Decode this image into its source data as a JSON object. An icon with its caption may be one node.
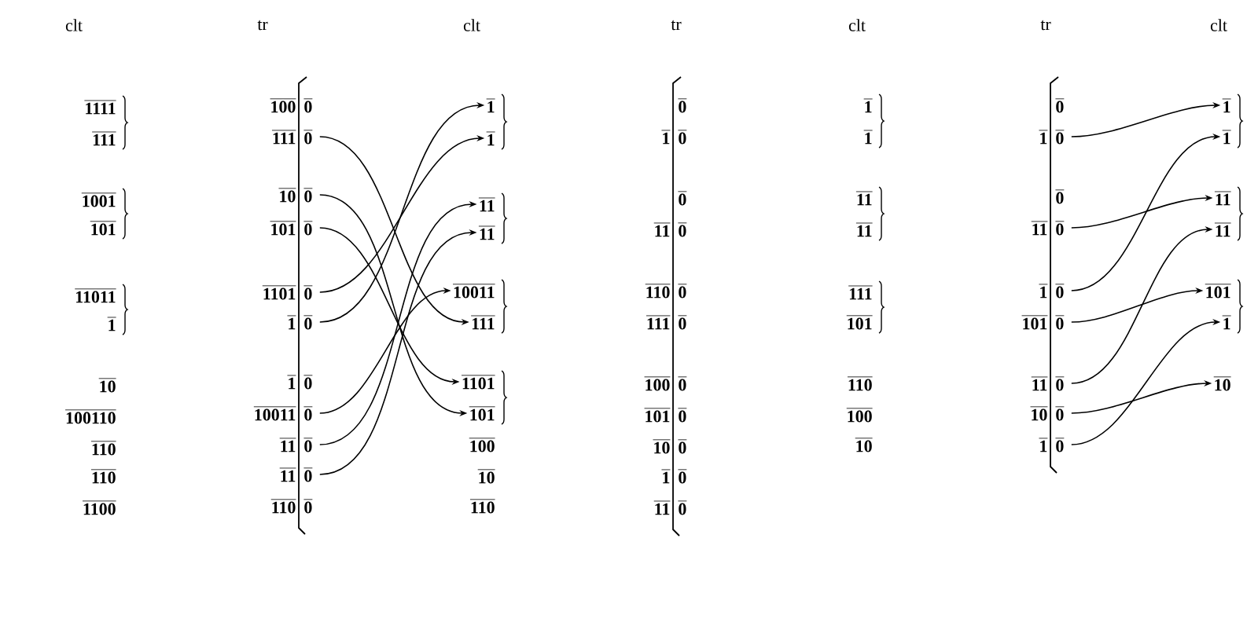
{
  "diagram": {
    "nodes": [
      {
        "text": [
          "1111"
        ]
      },
      {
        "text": [
          "111"
        ]
      },
      {
        "text": [
          "1001"
        ]
      },
      {
        "text": [
          "101"
        ]
      },
      {
        "text": [
          "11011"
        ]
      },
      {
        "text": [
          "1"
        ]
      },
      {
        "text": [
          "10"
        ]
      },
      {
        "text": [
          "100110"
        ]
      },
      {
        "text": [
          "110"
        ]
      },
      {
        "text": [
          "110"
        ]
      },
      {
        "text": [
          "1100"
        ]
      },
      {
        "text": [
          "100",
          "0"
        ]
      },
      {
        "text": [
          "111",
          "0"
        ]
      },
      {
        "text": [
          "10",
          "0"
        ]
      },
      {
        "text": [
          "101",
          "0"
        ]
      },
      {
        "text": [
          "1101",
          "0"
        ]
      },
      {
        "text": [
          "1",
          "0"
        ]
      },
      {
        "text": [
          "1",
          "0"
        ]
      },
      {
        "text": [
          "10011",
          "0"
        ]
      },
      {
        "text": [
          "11",
          "0"
        ]
      },
      {
        "text": [
          "11",
          "0"
        ]
      },
      {
        "text": [
          "110",
          "0"
        ]
      },
      {
        "text": [
          "1"
        ]
      },
      {
        "text": [
          "1"
        ]
      },
      {
        "text": [
          "11"
        ]
      },
      {
        "text": [
          "11"
        ]
      },
      {
        "text": [
          "10011"
        ]
      },
      {
        "text": [
          "111"
        ]
      },
      {
        "text": [
          "1101"
        ]
      },
      {
        "text": [
          "101"
        ]
      },
      {
        "text": [
          "100"
        ]
      },
      {
        "text": [
          "10"
        ]
      },
      {
        "text": [
          "110"
        ]
      },
      {
        "text": [
          "0"
        ]
      },
      {
        "text": [
          "1",
          "0"
        ]
      },
      {
        "text": [
          "0"
        ]
      },
      {
        "text": [
          "11",
          "0"
        ]
      },
      {
        "text": [
          "110",
          "0"
        ]
      },
      {
        "text": [
          "111",
          "0"
        ]
      },
      {
        "text": [
          "100",
          "0"
        ]
      },
      {
        "text": [
          "101",
          "0"
        ]
      },
      {
        "text": [
          "10",
          "0"
        ]
      },
      {
        "text": [
          "1",
          "0"
        ]
      },
      {
        "text": [
          "11",
          "0"
        ]
      },
      {
        "text": [
          "1"
        ]
      },
      {
        "text": [
          "1"
        ]
      },
      {
        "text": [
          "11"
        ]
      },
      {
        "text": [
          "11"
        ]
      },
      {
        "text": [
          "111"
        ]
      },
      {
        "text": [
          "101"
        ]
      },
      {
        "text": [
          "110"
        ]
      },
      {
        "text": [
          "100"
        ]
      },
      {
        "text": [
          "10"
        ]
      },
      {
        "text": [
          "0"
        ]
      },
      {
        "text": [
          "1",
          "0"
        ]
      },
      {
        "text": [
          "0"
        ]
      },
      {
        "text": [
          "11",
          "0"
        ]
      },
      {
        "text": [
          "1",
          "0"
        ]
      },
      {
        "text": [
          "101",
          "0"
        ]
      },
      {
        "text": [
          "11",
          "0"
        ]
      },
      {
        "text": [
          "10",
          "0"
        ]
      },
      {
        "text": [
          "1",
          "0"
        ]
      },
      {
        "text": [
          "1"
        ]
      },
      {
        "text": [
          "1"
        ]
      },
      {
        "text": [
          "11"
        ]
      },
      {
        "text": [
          "11"
        ]
      },
      {
        "text": [
          "101"
        ]
      },
      {
        "text": [
          "1"
        ]
      },
      {
        "text": [
          "10"
        ]
      }
    ],
    "edges": [
      {
        "from": 16,
        "to": 22,
        "arrow": "to"
      },
      {
        "from": 15,
        "to": 23,
        "arrow": "to"
      },
      {
        "from": 19,
        "to": 24,
        "arrow": "to"
      },
      {
        "from": 20,
        "to": 25,
        "arrow": "to"
      },
      {
        "from": 18,
        "to": 26,
        "arrow": "to"
      },
      {
        "from": 12,
        "to": 27,
        "arrow": "to"
      },
      {
        "from": 14,
        "to": 28,
        "arrow": "to"
      },
      {
        "from": 13,
        "to": 29,
        "arrow": "to"
      },
      {
        "from": 54,
        "to": 62,
        "arrow": "to"
      },
      {
        "from": 57,
        "to": 63,
        "arrow": "to"
      },
      {
        "from": 56,
        "to": 64,
        "arrow": "to"
      },
      {
        "from": 59,
        "to": 65,
        "arrow": "to"
      },
      {
        "from": 58,
        "to": 66,
        "arrow": "to"
      },
      {
        "from": 61,
        "to": 67,
        "arrow": "to"
      },
      {
        "from": 60,
        "to": 68,
        "arrow": "to"
      }
    ],
    "labels": [
      "clt",
      "tr",
      "clt",
      "tr",
      "clt",
      "tr",
      "clt"
    ]
  }
}
